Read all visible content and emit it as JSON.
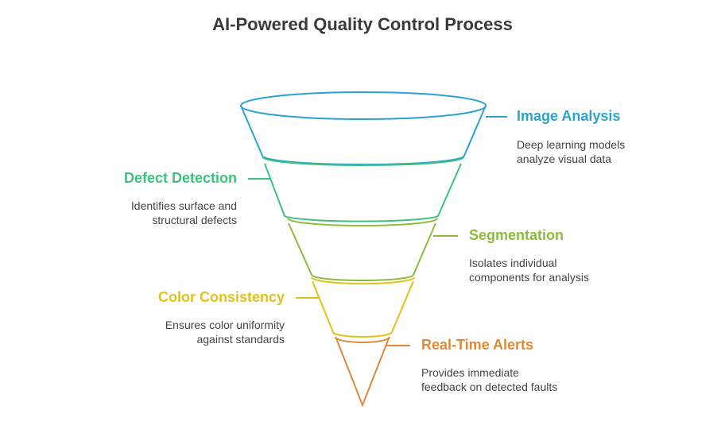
{
  "title": "AI-Powered Quality Control Process",
  "stages": [
    {
      "label": "Image Analysis",
      "desc_lines": [
        "Deep learning models",
        "analyze visual data"
      ],
      "color": "#2aa3cf",
      "icon": "funnel-stage-1"
    },
    {
      "label": "Defect Detection",
      "desc_lines": [
        "Identifies surface and",
        "structural defects"
      ],
      "color": "#3cc27e",
      "icon": "funnel-stage-2"
    },
    {
      "label": "Segmentation",
      "desc_lines": [
        "Isolates individual",
        "components for analysis"
      ],
      "color": "#8dbb3c",
      "icon": "funnel-stage-3"
    },
    {
      "label": "Color Consistency",
      "desc_lines": [
        "Ensures color uniformity",
        "against standards"
      ],
      "color": "#e0c21e",
      "icon": "funnel-stage-4"
    },
    {
      "label": "Real-Time Alerts",
      "desc_lines": [
        "Provides immediate",
        "feedback on detected faults"
      ],
      "color": "#de8a35",
      "icon": "funnel-stage-5"
    }
  ]
}
